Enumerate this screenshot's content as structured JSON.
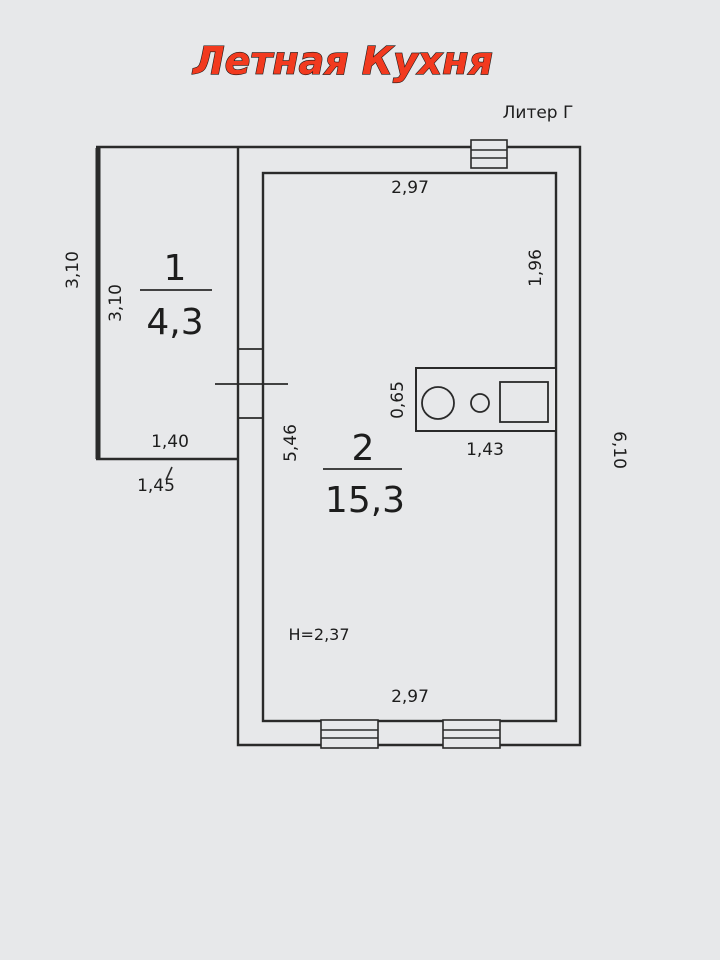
{
  "title": "Летная  Кухня",
  "litera": "Литер Г",
  "rooms": [
    {
      "number": "1",
      "area": "4,3"
    },
    {
      "number": "2",
      "area": "15,3"
    }
  ],
  "dimensions": {
    "outer_left": "3,10",
    "room1_height": "3,10",
    "room1_inner_width": "1,40",
    "room1_outer_width": "1,45",
    "room2_top_width": "2,97",
    "room2_bottom_width": "2,97",
    "room2_right_segment": "1,96",
    "room2_height": "5,46",
    "outer_right": "6,10",
    "stove_depth": "0,65",
    "stove_width": "1,43",
    "ceiling_height": "Н=2,37"
  },
  "colors": {
    "title_fill": "#f23a1f",
    "title_stroke": "#1a1a1a",
    "background": "#e7e8ea",
    "lines": "#2a2a2a"
  }
}
